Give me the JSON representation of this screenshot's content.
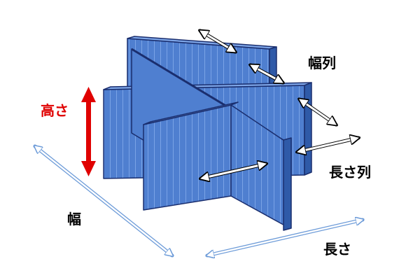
{
  "labels": {
    "height": "高さ",
    "width": "幅",
    "width_rows": "幅列",
    "length": "長さ",
    "length_rows": "長さ列"
  },
  "colors": {
    "panel_fill": "#4f7fd0",
    "panel_dark": "#2f5aa8",
    "panel_edge": "#1a2e6e",
    "height_arrow": "#e00000",
    "height_label": "#e00000",
    "dimension_arrow": "#6b9ad8",
    "text": "#000000"
  }
}
